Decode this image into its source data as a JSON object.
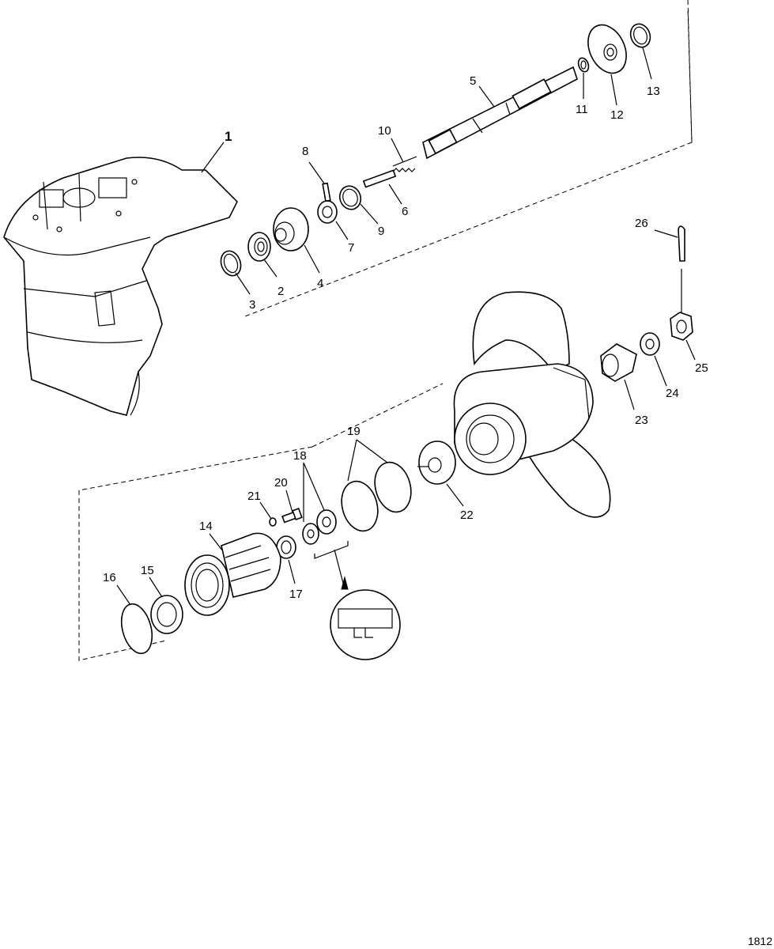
{
  "figure_id": "1812",
  "callouts": {
    "c1": "1",
    "c2": "2",
    "c3": "3",
    "c4": "4",
    "c5": "5",
    "c6": "6",
    "c7": "7",
    "c8": "8",
    "c9": "9",
    "c10": "10",
    "c11": "11",
    "c12": "12",
    "c13": "13",
    "c14": "14",
    "c15": "15",
    "c16": "16",
    "c17": "17",
    "c18": "18",
    "c19": "19",
    "c20": "20",
    "c21": "21",
    "c22": "22",
    "c23": "23",
    "c24": "24",
    "c25": "25",
    "c26": "26"
  }
}
